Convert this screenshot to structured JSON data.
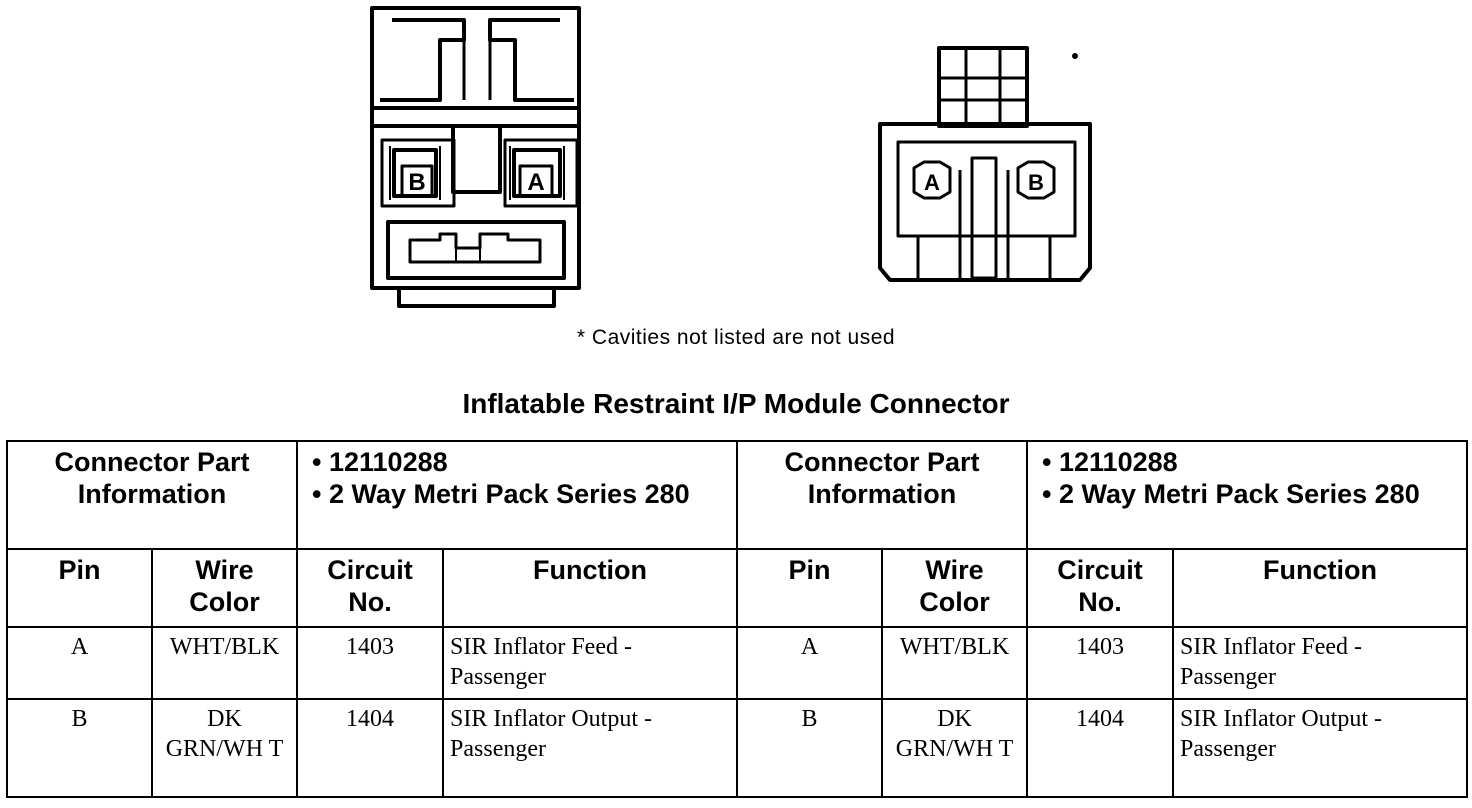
{
  "diagram": {
    "left_connector": {
      "pin_labels": [
        "B",
        "A"
      ]
    },
    "right_connector": {
      "pin_labels": [
        "A",
        "B"
      ]
    }
  },
  "note": "* Cavities not listed are not used",
  "title": "Inflatable Restraint I/P Module Connector",
  "table": {
    "left": {
      "part_info_label": "Connector Part Information",
      "part_info": [
        "12110288",
        "2 Way Metri Pack Series 280"
      ],
      "headers": {
        "pin": "Pin",
        "wire_color": "Wire Color",
        "circuit": "Circuit No.",
        "function": "Function"
      },
      "rows": [
        {
          "pin": "A",
          "wire_color": "WHT/BLK",
          "circuit": "1403",
          "function": "SIR Inflator Feed - Passenger"
        },
        {
          "pin": "B",
          "wire_color": "DK GRN/WH T",
          "circuit": "1404",
          "function": "SIR Inflator Output - Passenger"
        }
      ]
    },
    "right": {
      "part_info_label": "Connector Part Information",
      "part_info": [
        "12110288",
        "2 Way Metri Pack Series 280"
      ],
      "headers": {
        "pin": "Pin",
        "wire_color": "Wire Color",
        "circuit": "Circuit No.",
        "function": "Function"
      },
      "rows": [
        {
          "pin": "A",
          "wire_color": "WHT/BLK",
          "circuit": "1403",
          "function": "SIR Inflator Feed - Passenger"
        },
        {
          "pin": "B",
          "wire_color": "DK GRN/WH T",
          "circuit": "1404",
          "function": "SIR Inflator Output - Passenger"
        }
      ]
    }
  }
}
